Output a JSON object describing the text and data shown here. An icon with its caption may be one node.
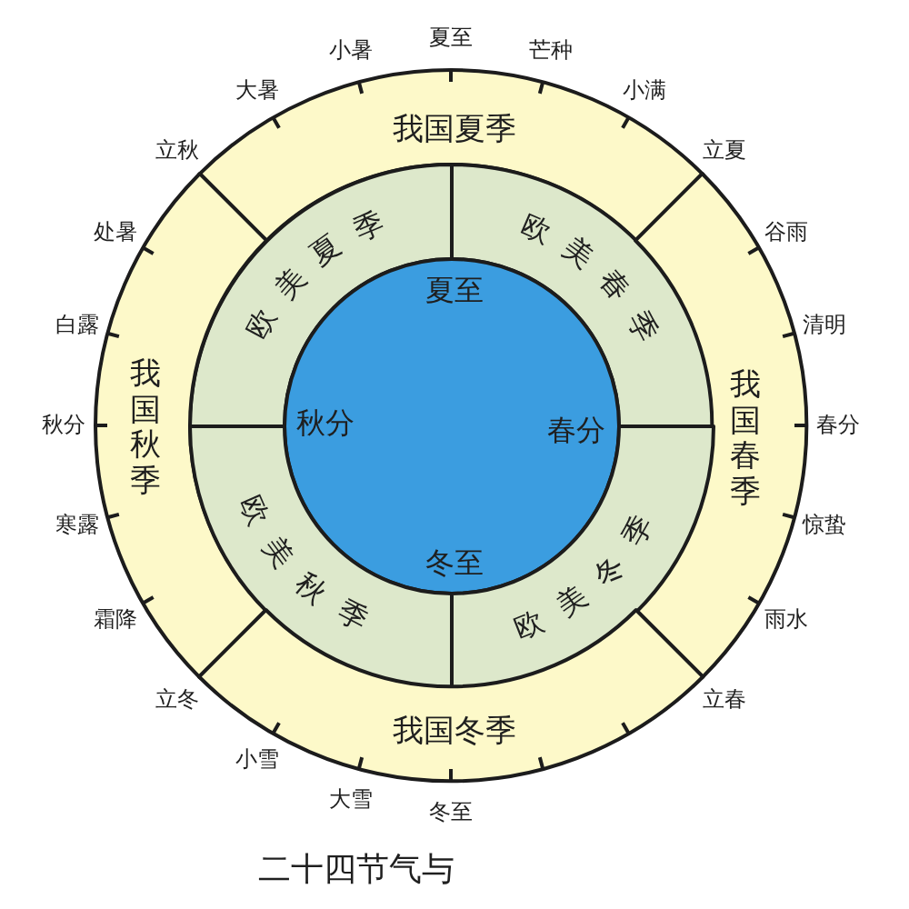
{
  "diagram": {
    "title": "二十四节气与",
    "nodes": [
      {
        "text": [
          "我国夏季"
        ]
      },
      {
        "text": [
          "欧美夏季"
        ]
      },
      {
        "text": [
          "欧美春季"
        ]
      },
      {
        "text": [
          "我国秋季"
        ]
      },
      {
        "text": [
          "夏至",
          "秋分",
          "春分",
          "冬至"
        ]
      },
      {
        "text": [
          "我国春季"
        ]
      },
      {
        "text": [
          "欧美秋季"
        ]
      },
      {
        "text": [
          "欧美冬季"
        ]
      },
      {
        "text": [
          "我国冬季"
        ]
      }
    ],
    "labels": [
      "夏至",
      "芒种",
      "小满",
      "立夏",
      "谷雨",
      "清明",
      "春分",
      "惊蛰",
      "雨水",
      "立春",
      "冬至",
      "大雪",
      "小雪",
      "立冬",
      "霜降",
      "寒露",
      "秋分",
      "白露",
      "处暑",
      "立秋",
      "大暑",
      "小暑"
    ]
  }
}
